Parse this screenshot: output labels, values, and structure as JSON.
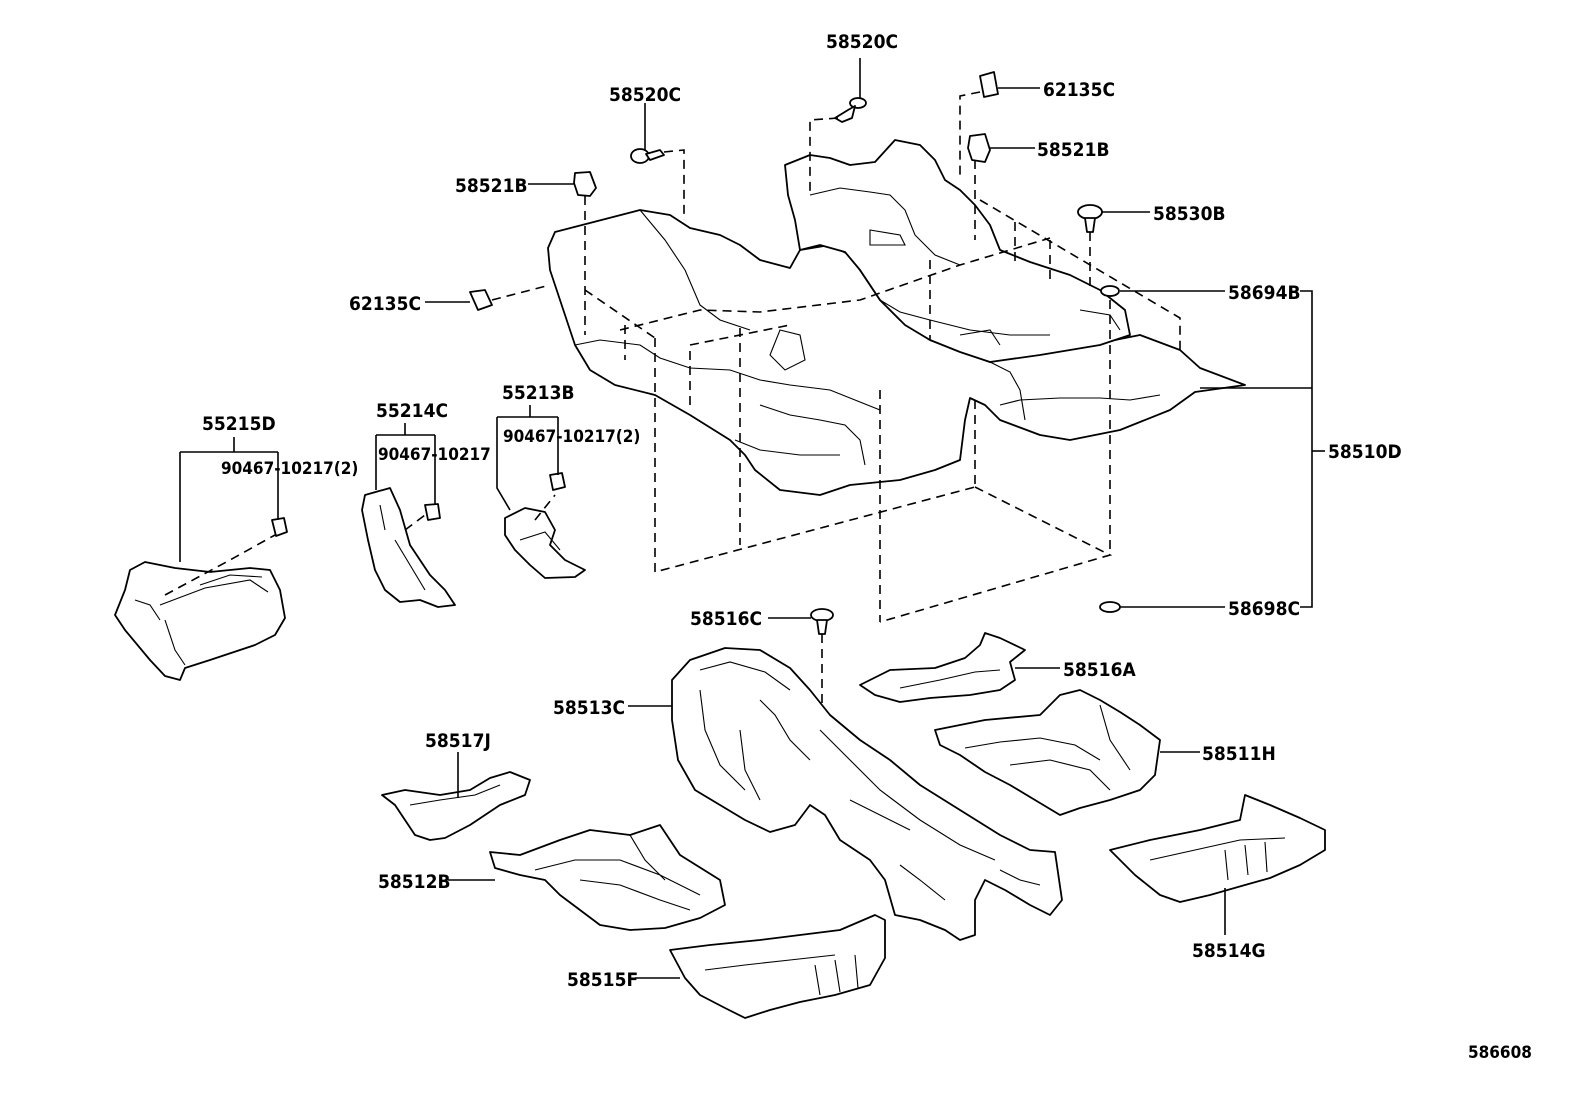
{
  "labels": {
    "clip_58520C_top": "58520C",
    "clip_58520C_left": "58520C",
    "clip_62135C_top": "62135C",
    "clip_58521B_right": "58521B",
    "clip_58521B_left": "58521B",
    "clip_58530B": "58530B",
    "clip_62135C_left": "62135C",
    "grommet_58694B": "58694B",
    "carpet_58510D": "58510D",
    "grommet_58698C": "58698C",
    "pad_55215D": "55215D",
    "screw_55215D": "90467-10217(2)",
    "pad_55214C": "55214C",
    "screw_55214C": "90467-10217",
    "pad_55213B": "55213B",
    "screw_55213B": "90467-10217(2)",
    "clip_58516C": "58516C",
    "silencer_58516A": "58516A",
    "silencer_58513C": "58513C",
    "silencer_58511H": "58511H",
    "silencer_58517J": "58517J",
    "silencer_58512B": "58512B",
    "silencer_58515F": "58515F",
    "silencer_58514G": "58514G",
    "diagram_number": "586608"
  }
}
